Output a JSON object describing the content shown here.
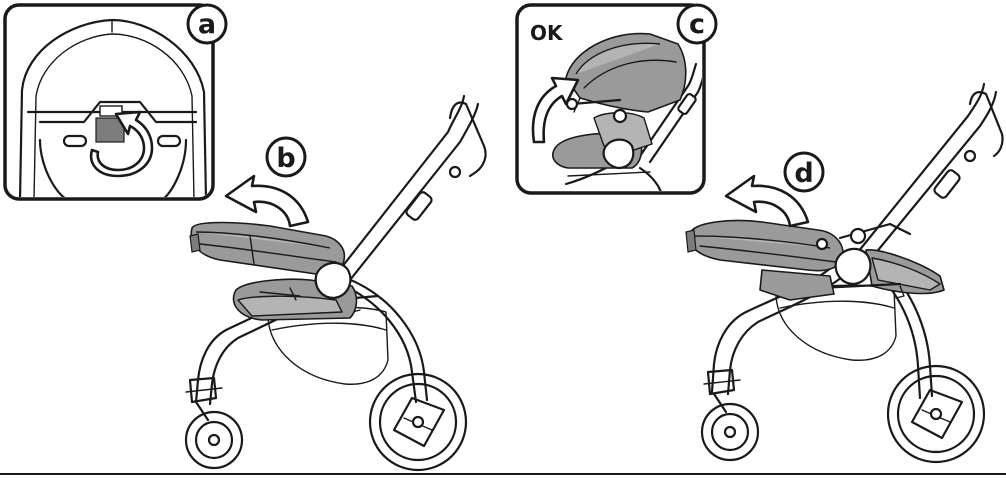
{
  "panels": {
    "a": {
      "label": "a"
    },
    "b": {
      "label": "b"
    },
    "c": {
      "label": "c",
      "status": "OK"
    },
    "d": {
      "label": "d"
    }
  },
  "colors": {
    "line": "#1a1a1a",
    "fabric": "#9a9a9a",
    "fabric_light": "#b4b4b4",
    "background": "#ffffff"
  },
  "icons": [
    "rotate-arrow-icon",
    "curved-arrow-icon"
  ]
}
